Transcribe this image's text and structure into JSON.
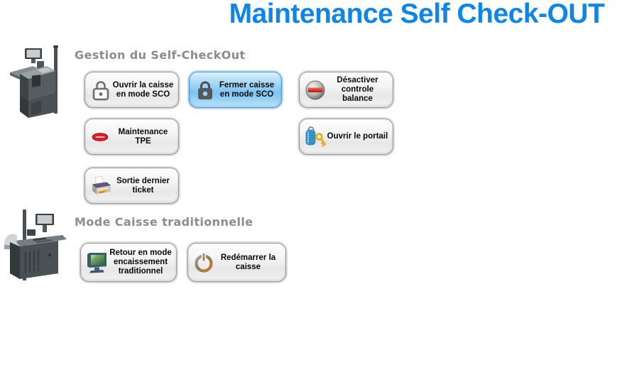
{
  "title": "Maintenance Self Check-OUT",
  "colors": {
    "title_blue": "#0f85e6",
    "section_header_gray": "#8c8c8c",
    "button_text": "#0a0a0a",
    "button_border": "#979797",
    "active_button_border": "#4e94cc",
    "active_button_fill": "#7cc3f1",
    "disable_icon_red": "#c23022",
    "tpe_logo_red": "#d41f2c",
    "key_gold": "#e0b31f",
    "portal_lock_blue": "#3e9fd6",
    "monitor_screen_green": "#4f8c44",
    "power_ring_orange": "#c97a1e"
  },
  "sections": [
    {
      "header": "Gestion du Self-CheckOut",
      "machine": "self-checkout-machine",
      "buttons": [
        {
          "label": "Ouvrir la caisse\nen mode SCO",
          "icon": "unlock-icon",
          "state": "default"
        },
        {
          "label": "Fermer caisse\nen mode SCO",
          "icon": "lock-icon",
          "state": "active"
        },
        {
          "label": "Désactiver\ncontrole balance",
          "icon": "disable-icon",
          "state": "default"
        },
        {
          "label": "Maintenance\nTPE",
          "icon": "tpe-logo-icon",
          "state": "default"
        },
        {
          "label": "Ouvrir le portail",
          "icon": "lock-key-icon",
          "state": "default"
        },
        {
          "label": "Sortie dernier\nticket",
          "icon": "printer-icon",
          "state": "default"
        }
      ]
    },
    {
      "header": "Mode Caisse traditionnelle",
      "machine": "traditional-register-machine",
      "buttons": [
        {
          "label": "Retour en mode\nencaissement\ntraditionnel",
          "icon": "monitor-icon",
          "state": "default"
        },
        {
          "label": "Redémarrer la\ncaisse",
          "icon": "power-icon",
          "state": "default"
        }
      ]
    }
  ]
}
